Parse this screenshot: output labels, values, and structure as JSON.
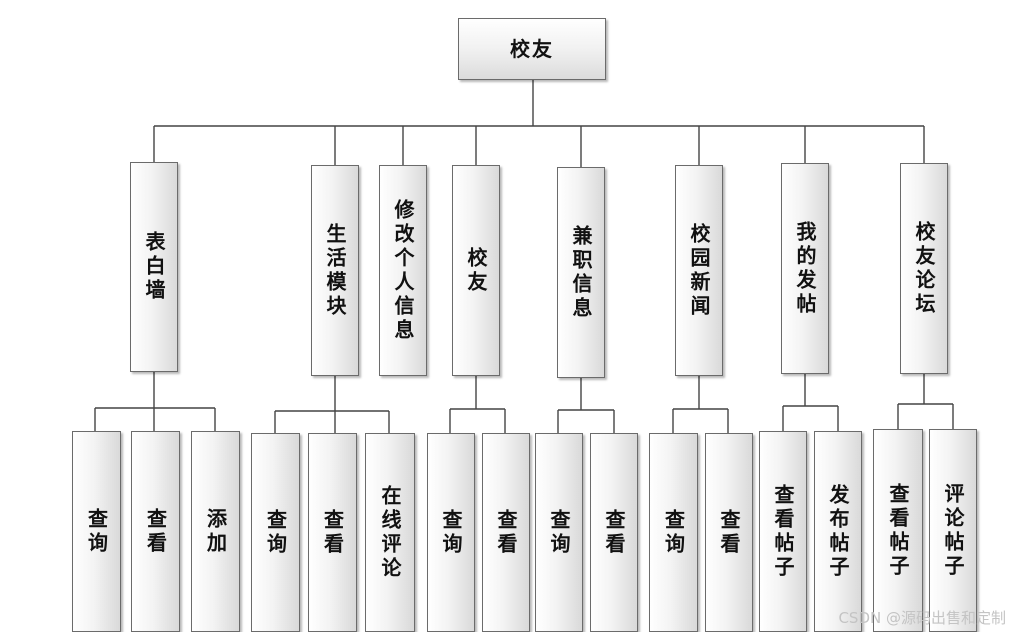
{
  "diagram": {
    "root": "校友",
    "modules": [
      {
        "label": "表白墙",
        "children": [
          "查询",
          "查看",
          "添加"
        ]
      },
      {
        "label": "生活模块",
        "children": [
          "查询",
          "查看",
          "在线评论"
        ]
      },
      {
        "label": "修改个人信息",
        "children": []
      },
      {
        "label": "校友",
        "children": [
          "查询",
          "查看"
        ]
      },
      {
        "label": "兼职信息",
        "children": [
          "查询",
          "查看"
        ]
      },
      {
        "label": "校园新闻",
        "children": [
          "查询",
          "查看"
        ]
      },
      {
        "label": "我的发帖",
        "children": [
          "查看帖子",
          "发布帖子"
        ]
      },
      {
        "label": "校友论坛",
        "children": [
          "查看帖子",
          "评论帖子"
        ]
      }
    ]
  },
  "watermark": "CSDN @源码出售和定制",
  "colors": {
    "line": "#444444",
    "border": "#6b6b6b",
    "box_light": "#ffffff",
    "box_dark": "#d9d9d9"
  }
}
